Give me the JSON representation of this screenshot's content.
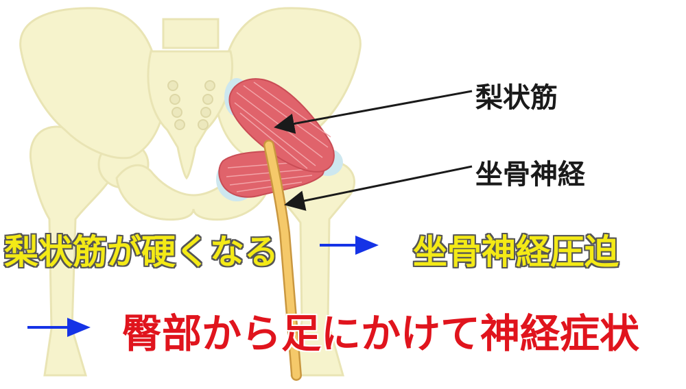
{
  "labels": {
    "piriformis": "梨状筋",
    "sciatic_nerve": "坐骨神経"
  },
  "captions": {
    "cause": "梨状筋が硬くなる",
    "effect": "坐骨神経圧迫",
    "result": "臀部から足にかけて神経症状"
  },
  "colors": {
    "bone": "#f6f3cc",
    "bone_outline": "#e9e4b4",
    "muscle": "#e0636b",
    "nerve": "#f5c96a",
    "cartilage": "#cde7ef",
    "caption_yellow": "#f4ea16",
    "caption_red": "#e0141d",
    "arrow_blue": "#1533e6"
  }
}
